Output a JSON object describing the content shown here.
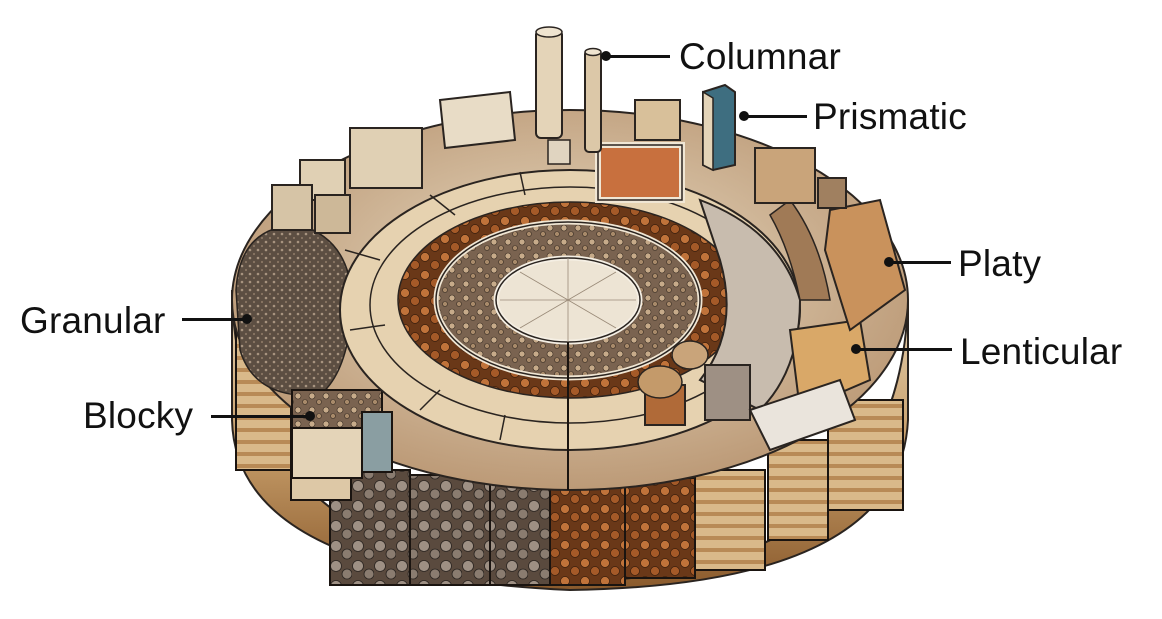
{
  "diagram": {
    "subject": "Soil structure types illustrated on a cut-away circular soil block",
    "labels": [
      {
        "id": "columnar",
        "text": "Columnar"
      },
      {
        "id": "prismatic",
        "text": "Prismatic"
      },
      {
        "id": "platy",
        "text": "Platy"
      },
      {
        "id": "granular",
        "text": "Granular"
      },
      {
        "id": "lenticular",
        "text": "Lenticular"
      },
      {
        "id": "blocky",
        "text": "Blocky"
      }
    ],
    "colors": {
      "text": "#111111",
      "background": "#ffffff",
      "soil_light": "#e8d6b8",
      "soil_mid": "#c9a47a",
      "soil_dark": "#6e5a48",
      "clay_orange": "#b8652e",
      "outline": "#2a2420"
    }
  }
}
